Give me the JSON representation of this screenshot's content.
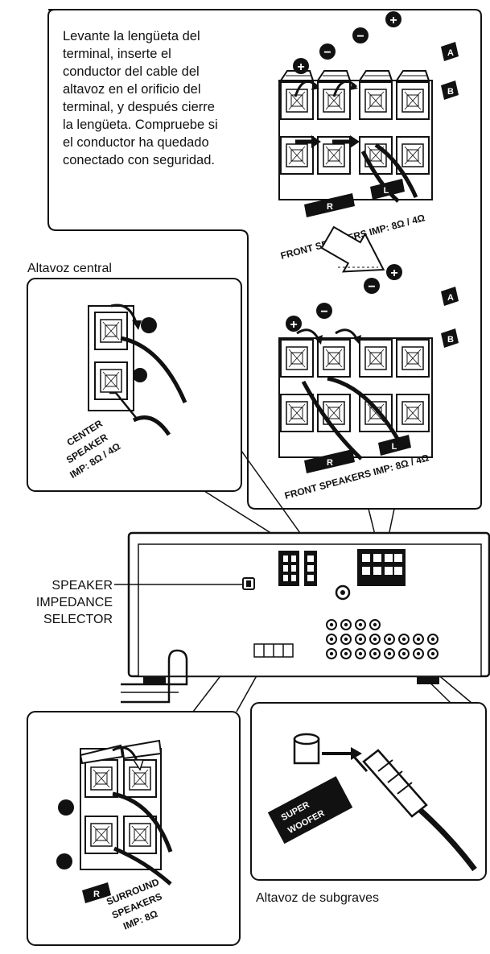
{
  "instructions": {
    "lines": [
      "Levante la lengüeta del",
      "terminal, inserte el",
      "conductor del cable del",
      "altavoz en el orificio del",
      "terminal, y después cierre",
      "la lengüeta.  Compruebe si",
      "el conductor ha quedado",
      "conectado con seguridad."
    ]
  },
  "front_panel": {
    "tab_a": "A",
    "tab_b": "B",
    "label_r": "R",
    "label_l": "L",
    "caption_top": "FRONT SPEAKERS IMP: 8Ω / 4Ω",
    "caption_bottom": "FRONT SPEAKERS IMP: 8Ω / 4Ω",
    "plus": "+",
    "minus": "−"
  },
  "center": {
    "title": "Altavoz central",
    "line1": "CENTER",
    "line2": "SPEAKER",
    "line3": "IMP: 8Ω / 4Ω"
  },
  "selector": {
    "line1": "SPEAKER",
    "line2": "IMPEDANCE",
    "line3": "SELECTOR"
  },
  "surround": {
    "label_r": "R",
    "line1": "SURROUND",
    "line2": "SPEAKERS",
    "line3": "IMP: 8Ω"
  },
  "subwoofer": {
    "line1": "SUPER",
    "line2": "WOOFER",
    "caption": "Altavoz de subgraves"
  }
}
